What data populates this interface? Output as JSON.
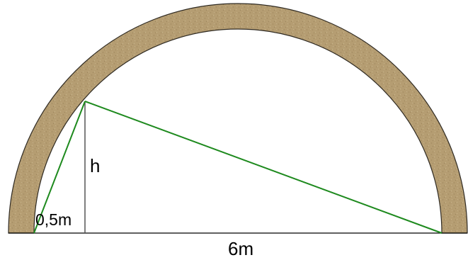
{
  "diagram": {
    "labels": {
      "height": "h",
      "short_segment": "0,5m",
      "diameter": "6m"
    },
    "colors": {
      "arch_fill": "#b59d72",
      "arch_stroke": "#2f2a22",
      "triangle": "#1e8a1e",
      "altitude": "#555555",
      "base_line": "#000000",
      "background": "#ffffff"
    }
  }
}
